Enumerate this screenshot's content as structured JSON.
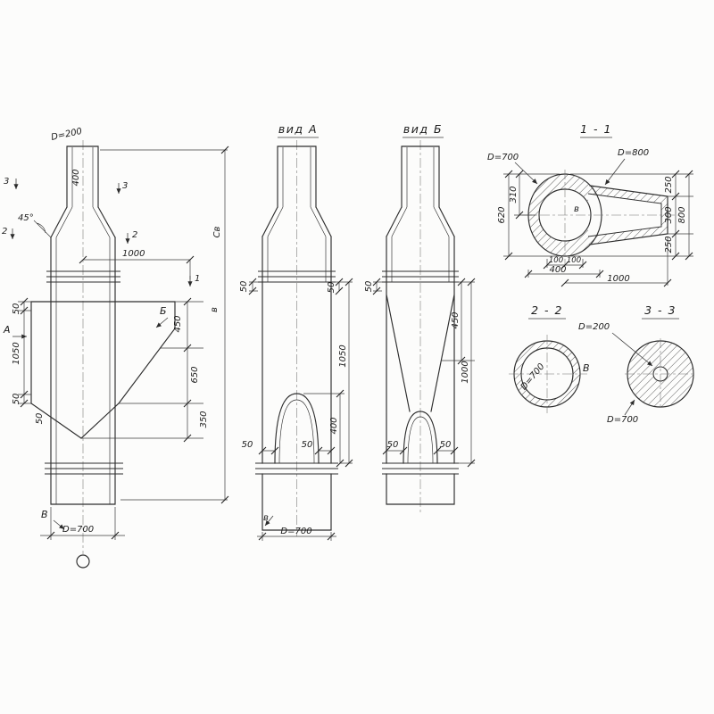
{
  "main": {
    "d_top": "D=200",
    "d_bottom": "D=700",
    "dim_400": "400",
    "dim_1000": "1000",
    "dim_1050": "1050",
    "dim_450": "450",
    "dim_650": "650",
    "dim_350": "350",
    "dim_50": "50",
    "angle_45": "45°",
    "marker_1": "1",
    "marker_2": "2",
    "marker_3": "3",
    "label_a": "А",
    "label_b_cap": "Б",
    "label_v_cap": "В",
    "label_v_small": "в",
    "label_sv": "Св"
  },
  "view_a": {
    "title": "вид А",
    "dim_50": "50",
    "dim_1050": "1050",
    "dim_400": "400",
    "label_v": "в",
    "d_bottom": "D=700"
  },
  "view_b": {
    "title": "вид Б",
    "dim_50": "50",
    "dim_450": "450",
    "dim_1000": "1000"
  },
  "section_1_1": {
    "title": "1 - 1",
    "d700": "D=700",
    "d800": "D=800",
    "dim_620": "620",
    "dim_310": "310",
    "dim_250": "250",
    "dim_300": "300",
    "dim_800": "800",
    "dim_100": "100",
    "dim_400": "400",
    "dim_1000": "1000",
    "label_v": "в"
  },
  "section_2_2": {
    "title": "2 - 2",
    "d700": "D=700",
    "label_v": "В"
  },
  "section_3_3": {
    "title": "3 - 3",
    "d200": "D=200",
    "d700": "D=700"
  }
}
